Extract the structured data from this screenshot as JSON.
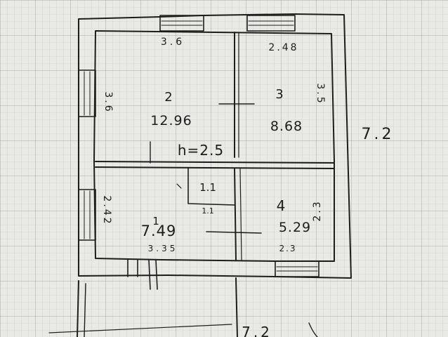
{
  "dimensions": {
    "top_left": "3.6",
    "top_right": "2.48",
    "left_upper": "3.6",
    "right_upper": "3.5",
    "outer_right": "7.2",
    "left_lower": "2.42",
    "right_lower": "2.3",
    "bottom_left": "3.35",
    "bottom_right": "2.3",
    "ceiling_height": "h=2.5",
    "closet_width": "1.1",
    "closet_depth": "1.1",
    "bottom_scribble": "7.2"
  },
  "rooms": [
    {
      "number": "2",
      "area": "12.96"
    },
    {
      "number": "3",
      "area": "8.68"
    },
    {
      "number": "1",
      "area": "7.49"
    },
    {
      "number": "4",
      "area": "5.29"
    }
  ],
  "colors": {
    "paper": "#e9e9e6",
    "grid_fine": "#c6c6c2",
    "grid_major": "#a6a6a1",
    "ink": "#1d1d1d"
  }
}
